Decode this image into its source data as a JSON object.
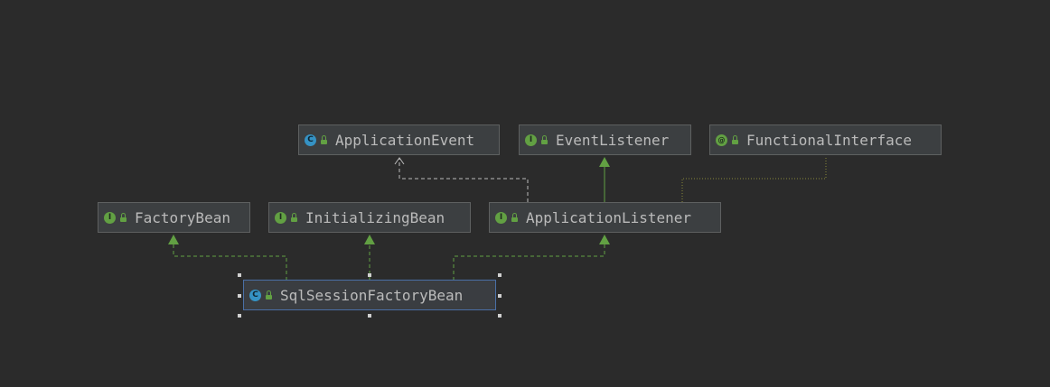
{
  "colors": {
    "background": "#2b2b2b",
    "node_fill": "#3c3f41",
    "node_border": "#5e6060",
    "text": "#bbbbbb",
    "implements_edge": "#62a043",
    "depends_edge": "#bbbbbb",
    "annotation_edge": "#8a8a3a",
    "selection_border": "#4a6fa5"
  },
  "nodes": {
    "application_event": {
      "label": "ApplicationEvent",
      "kind": "class",
      "kind_glyph": "C",
      "icon": "abstract-class-icon"
    },
    "event_listener": {
      "label": "EventListener",
      "kind": "interface",
      "kind_glyph": "I",
      "icon": "interface-icon"
    },
    "functional_interface": {
      "label": "FunctionalInterface",
      "kind": "annotation",
      "kind_glyph": "@",
      "icon": "annotation-icon"
    },
    "factory_bean": {
      "label": "FactoryBean",
      "kind": "interface",
      "kind_glyph": "I",
      "icon": "interface-icon"
    },
    "initializing_bean": {
      "label": "InitializingBean",
      "kind": "interface",
      "kind_glyph": "I",
      "icon": "interface-icon"
    },
    "application_listener": {
      "label": "ApplicationListener",
      "kind": "interface",
      "kind_glyph": "I",
      "icon": "interface-icon"
    },
    "sql_session_factory_bean": {
      "label": "SqlSessionFactoryBean",
      "kind": "class",
      "kind_glyph": "C",
      "icon": "class-icon",
      "selected": true
    }
  },
  "edges": [
    {
      "from": "sql_session_factory_bean",
      "to": "factory_bean",
      "type": "implements"
    },
    {
      "from": "sql_session_factory_bean",
      "to": "initializing_bean",
      "type": "implements"
    },
    {
      "from": "sql_session_factory_bean",
      "to": "application_listener",
      "type": "implements"
    },
    {
      "from": "application_listener",
      "to": "event_listener",
      "type": "extends"
    },
    {
      "from": "application_listener",
      "to": "application_event",
      "type": "depends"
    },
    {
      "from": "application_listener",
      "to": "functional_interface",
      "type": "annotated"
    }
  ]
}
